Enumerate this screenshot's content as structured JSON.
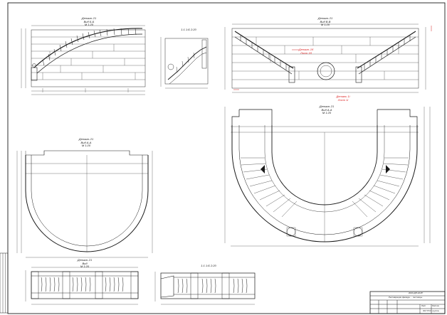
{
  "drawing": {
    "views": [
      {
        "id": "v1",
        "title": "Деталь 21",
        "section": "Вид Б-Б",
        "scale": "М 1:20"
      },
      {
        "id": "v2",
        "title": "1:1 1:Б 2:20",
        "section": "",
        "scale": ""
      },
      {
        "id": "v3",
        "title": "Деталь 21",
        "section": "Вид В-В",
        "scale": "М 1:20"
      },
      {
        "id": "v4",
        "title": "Деталь 21",
        "section": "Вид А-А",
        "scale": "М 1:20"
      },
      {
        "id": "v5",
        "title": "Деталь 21",
        "section": "Вид А-А",
        "scale": "М 1:20"
      },
      {
        "id": "v6",
        "title": "Деталь 21",
        "section": "Вид",
        "scale": "М 1:20"
      },
      {
        "id": "v7",
        "title": "1:1 1:Б 2:20",
        "section": "",
        "scale": ""
      }
    ],
    "callouts": [
      {
        "text": "Деталь 1б",
        "sub": "Лист 1б"
      },
      {
        "text": "Деталь 1i",
        "sub": "Лист 1i"
      }
    ],
    "title_block": {
      "code": "2023-ДП-КАЛГ",
      "desc": "Реставрация фасада ... лестницы",
      "sheet": "Лист",
      "sheets": "Листов",
      "org": "ЗАГ РСС группа"
    },
    "colors": {
      "line": "#1a1a1a",
      "accent": "#d22222",
      "paper": "#ffffff"
    }
  }
}
